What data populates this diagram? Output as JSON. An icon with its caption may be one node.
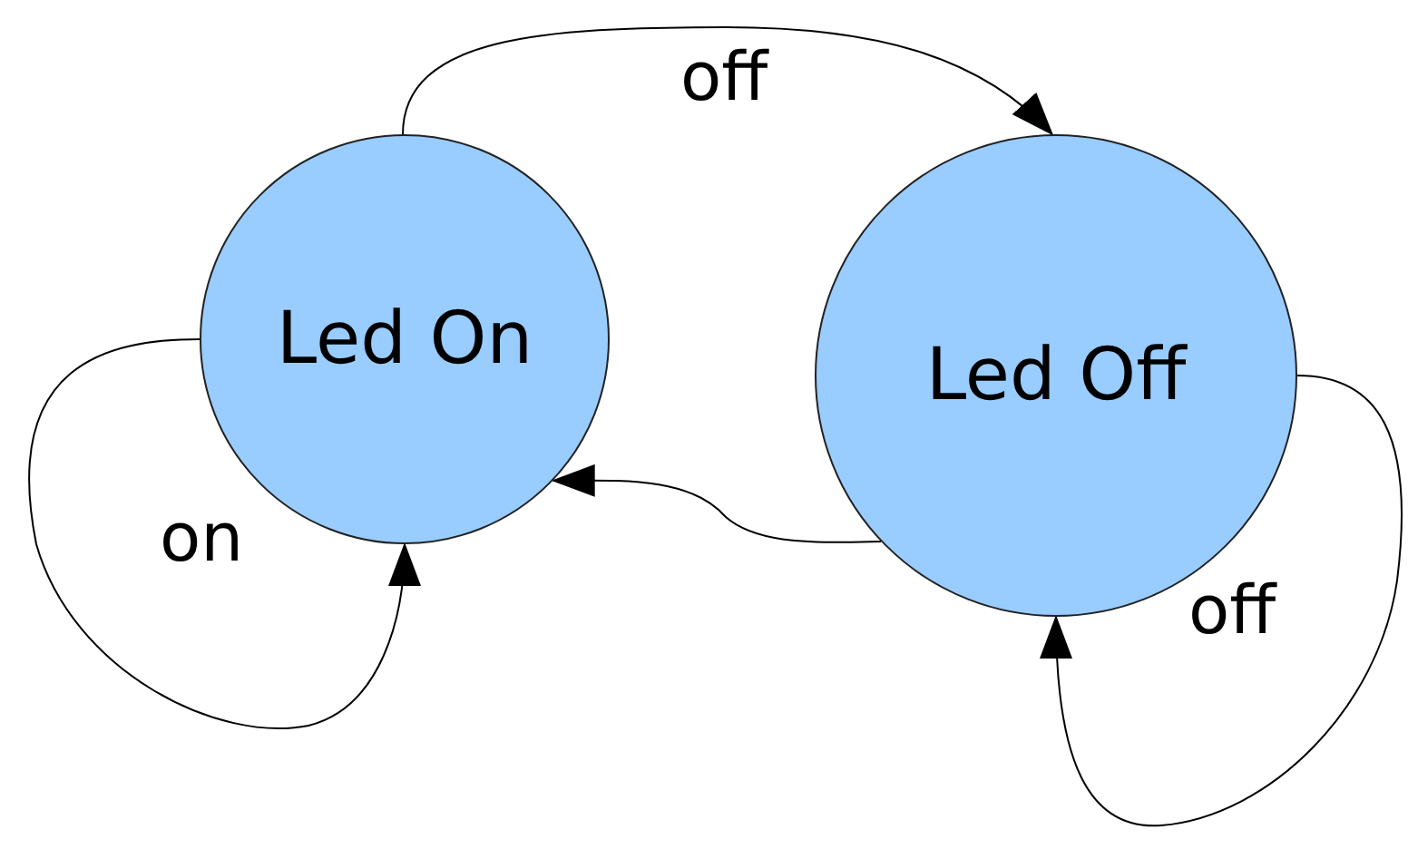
{
  "diagram": {
    "nodes": [
      {
        "text": [
          "Led On"
        ]
      },
      {
        "text": [
          "Led Off"
        ]
      }
    ],
    "edges": [
      {
        "from": 0,
        "to": 1,
        "arrow": "to",
        "label": "off"
      },
      {
        "from": 0,
        "to": 0,
        "arrow": "to",
        "label": "on"
      },
      {
        "from": 1,
        "to": 0,
        "arrow": "to"
      },
      {
        "from": 1,
        "to": 1,
        "arrow": "to",
        "label": "off"
      }
    ]
  }
}
